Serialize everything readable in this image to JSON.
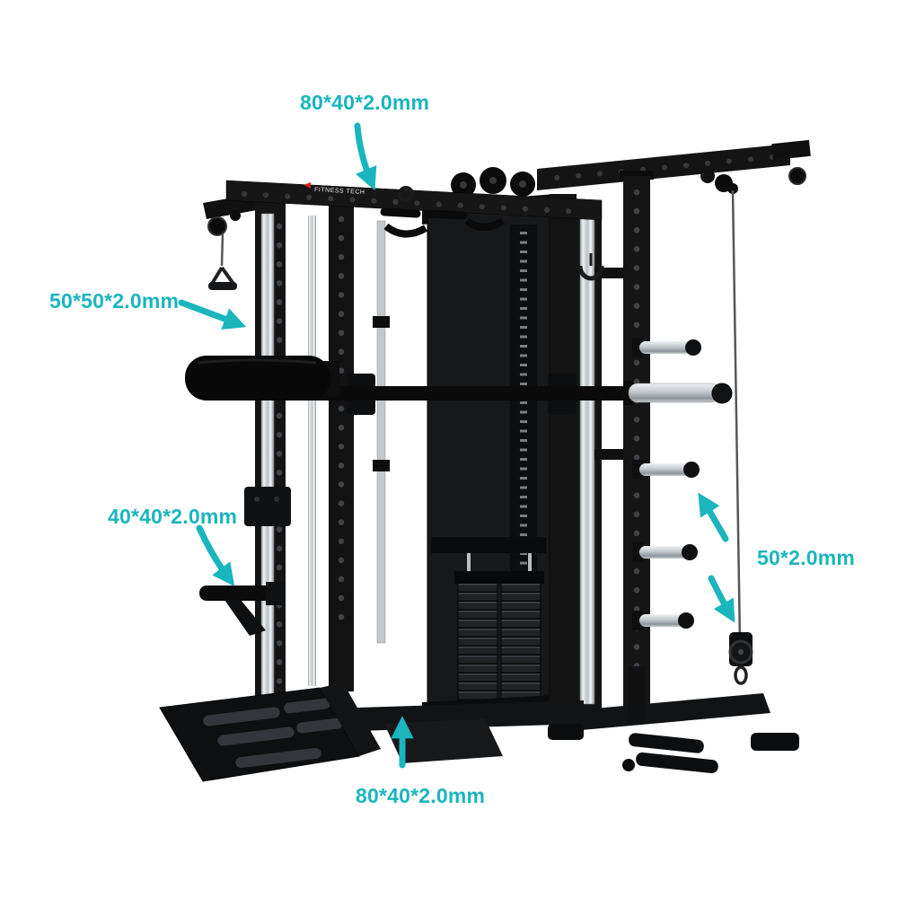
{
  "page": {
    "background_color": "#ffffff"
  },
  "product": {
    "name": "multi-function smith machine power rack",
    "brand": "FITNESS TECH",
    "frame_color": "#141414",
    "rail_color": "#c9ced2",
    "accent_color": "#1ab5bd"
  },
  "annotations": {
    "color": "#1ab5bd",
    "top": {
      "label": "80*40*2.0mm"
    },
    "left_upper": {
      "label": "50*50*2.0mm"
    },
    "left_lower": {
      "label": "40*40*2.0mm"
    },
    "right": {
      "label": "50*2.0mm"
    },
    "bottom": {
      "label": "80*40*2.0mm"
    }
  }
}
